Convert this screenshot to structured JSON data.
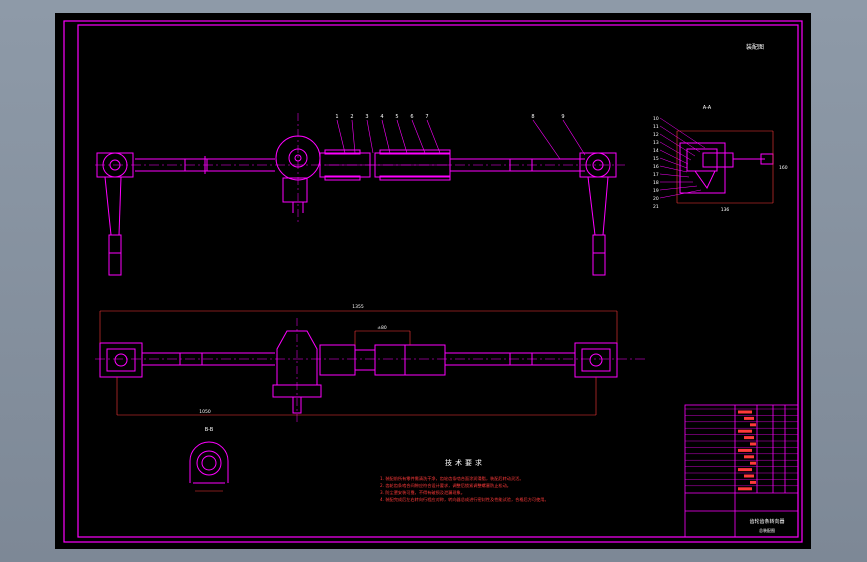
{
  "drawing": {
    "corner_label": "装配图",
    "section_label_a": "A-A",
    "section_label_b": "B-B",
    "dimensions": {
      "overall_length": "1355",
      "center_span": "1050",
      "rack_travel": "±80",
      "pinion_height": "160",
      "pinion_width": "136"
    },
    "balloons_main": [
      "1",
      "2",
      "3",
      "4",
      "5",
      "6",
      "7",
      "8",
      "9"
    ],
    "balloons_detail": [
      "10",
      "11",
      "12",
      "13",
      "14",
      "15",
      "16",
      "17",
      "18",
      "19",
      "20",
      "21"
    ],
    "tech_title": "技术要求",
    "tech_notes": [
      "1. 装配前所有零件需清洗干净，齿轮齿条啮合面涂润滑脂，装配后转动灵活。",
      "2. 齿轮齿条啮合间隙应符合设计要求，调整后锁紧调整螺塞防止松动。",
      "3. 防尘罩安装可靠，不得有破损及泄漏现象。",
      "4. 装配完成后左右转向行程应对称，转向器总成进行密封性及性能试验，合格后方可使用。"
    ]
  },
  "title_block": {
    "rows": [
      "",
      "",
      "",
      "",
      "",
      "",
      "",
      "",
      "",
      "",
      "",
      "",
      ""
    ],
    "main_name": "齿轮齿条转向器",
    "sub_name": "总装配图"
  },
  "colors": {
    "line": "#ff00ff",
    "frame": "#ff00ff",
    "dim": "#ff3a3a",
    "text": "#ffffff",
    "background": "#000000"
  }
}
